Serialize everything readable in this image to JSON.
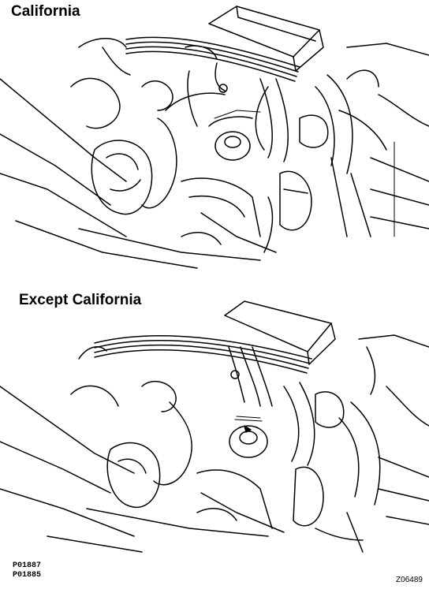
{
  "panels": {
    "top_title": "California",
    "bottom_title": "Except California"
  },
  "references": [
    "P01887",
    "P01885"
  ],
  "figure_number": "Z06489"
}
